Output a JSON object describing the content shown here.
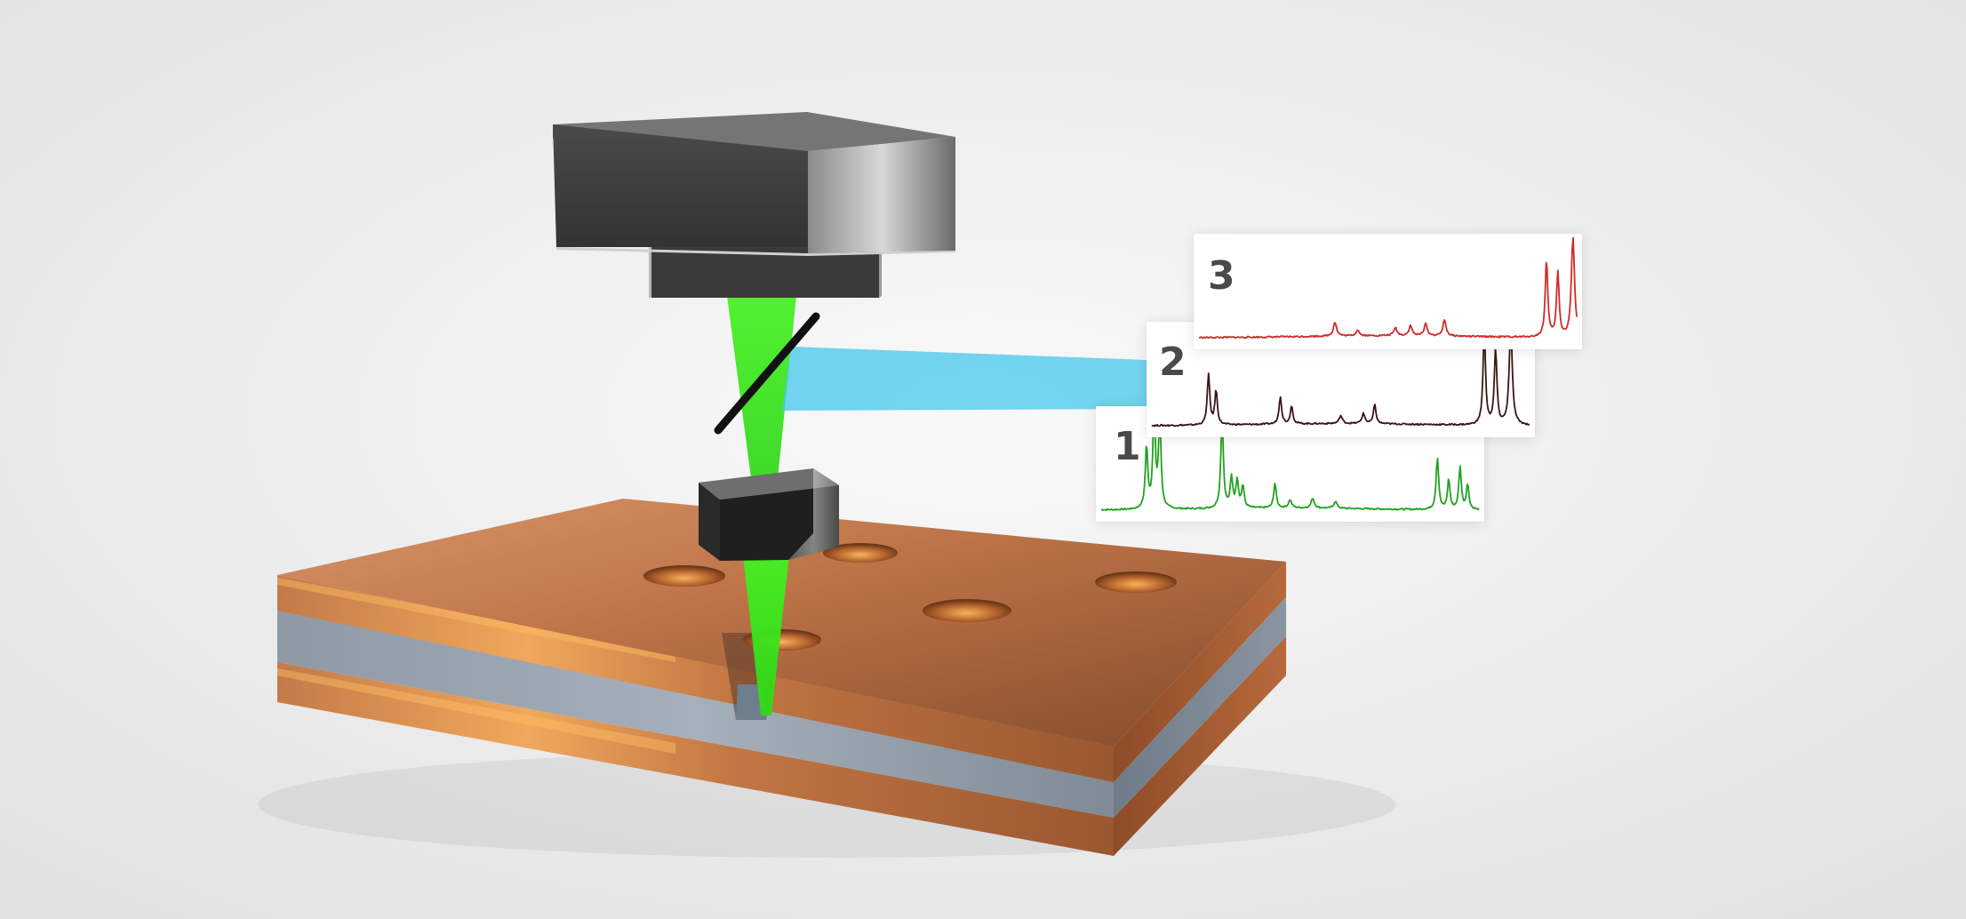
{
  "colors": {
    "background": "#e7e7e7",
    "laser_beam": "#3ef01a",
    "collection_beam": "#4cc9ec",
    "copper": "#b86a3c",
    "steel_core": "#8e9aa6",
    "housing": "#3f3f3f"
  },
  "spectra": [
    {
      "id": "1",
      "label": "1",
      "color": "#21a221",
      "peaks": [
        {
          "x": 0.12,
          "h": 0.62,
          "w": 0.004
        },
        {
          "x": 0.14,
          "h": 0.95,
          "w": 0.004
        },
        {
          "x": 0.155,
          "h": 0.9,
          "w": 0.004
        },
        {
          "x": 0.32,
          "h": 0.92,
          "w": 0.004
        },
        {
          "x": 0.345,
          "h": 0.3,
          "w": 0.004
        },
        {
          "x": 0.36,
          "h": 0.28,
          "w": 0.004
        },
        {
          "x": 0.375,
          "h": 0.22,
          "w": 0.004
        },
        {
          "x": 0.46,
          "h": 0.25,
          "w": 0.004
        },
        {
          "x": 0.5,
          "h": 0.08,
          "w": 0.005
        },
        {
          "x": 0.56,
          "h": 0.1,
          "w": 0.005
        },
        {
          "x": 0.62,
          "h": 0.07,
          "w": 0.005
        },
        {
          "x": 0.89,
          "h": 0.52,
          "w": 0.004
        },
        {
          "x": 0.92,
          "h": 0.3,
          "w": 0.004
        },
        {
          "x": 0.95,
          "h": 0.42,
          "w": 0.004
        },
        {
          "x": 0.97,
          "h": 0.25,
          "w": 0.004
        }
      ]
    },
    {
      "id": "2",
      "label": "2",
      "color": "#3a1416",
      "peaks": [
        {
          "x": 0.15,
          "h": 0.5,
          "w": 0.004
        },
        {
          "x": 0.17,
          "h": 0.34,
          "w": 0.004
        },
        {
          "x": 0.34,
          "h": 0.28,
          "w": 0.004
        },
        {
          "x": 0.37,
          "h": 0.18,
          "w": 0.004
        },
        {
          "x": 0.5,
          "h": 0.08,
          "w": 0.005
        },
        {
          "x": 0.56,
          "h": 0.1,
          "w": 0.005
        },
        {
          "x": 0.59,
          "h": 0.19,
          "w": 0.004
        },
        {
          "x": 0.88,
          "h": 0.95,
          "w": 0.004
        },
        {
          "x": 0.91,
          "h": 0.75,
          "w": 0.004
        },
        {
          "x": 0.95,
          "h": 0.96,
          "w": 0.005
        }
      ]
    },
    {
      "id": "3",
      "label": "3",
      "color": "#cf2a2a",
      "peaks": [
        {
          "x": 0.36,
          "h": 0.14,
          "w": 0.005
        },
        {
          "x": 0.42,
          "h": 0.06,
          "w": 0.005
        },
        {
          "x": 0.52,
          "h": 0.08,
          "w": 0.005
        },
        {
          "x": 0.56,
          "h": 0.1,
          "w": 0.005
        },
        {
          "x": 0.6,
          "h": 0.12,
          "w": 0.005
        },
        {
          "x": 0.65,
          "h": 0.16,
          "w": 0.005
        },
        {
          "x": 0.92,
          "h": 0.78,
          "w": 0.004
        },
        {
          "x": 0.95,
          "h": 0.64,
          "w": 0.004
        },
        {
          "x": 0.99,
          "h": 1.0,
          "w": 0.005
        }
      ]
    }
  ]
}
